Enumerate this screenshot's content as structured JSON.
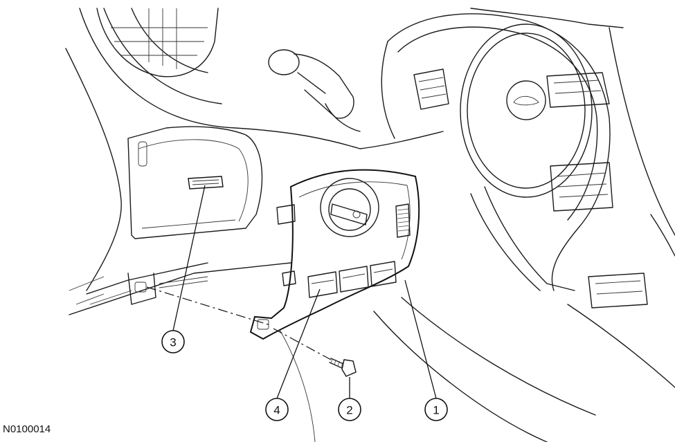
{
  "figure": {
    "id": "N0100014",
    "callouts": [
      "1",
      "2",
      "3",
      "4"
    ]
  }
}
